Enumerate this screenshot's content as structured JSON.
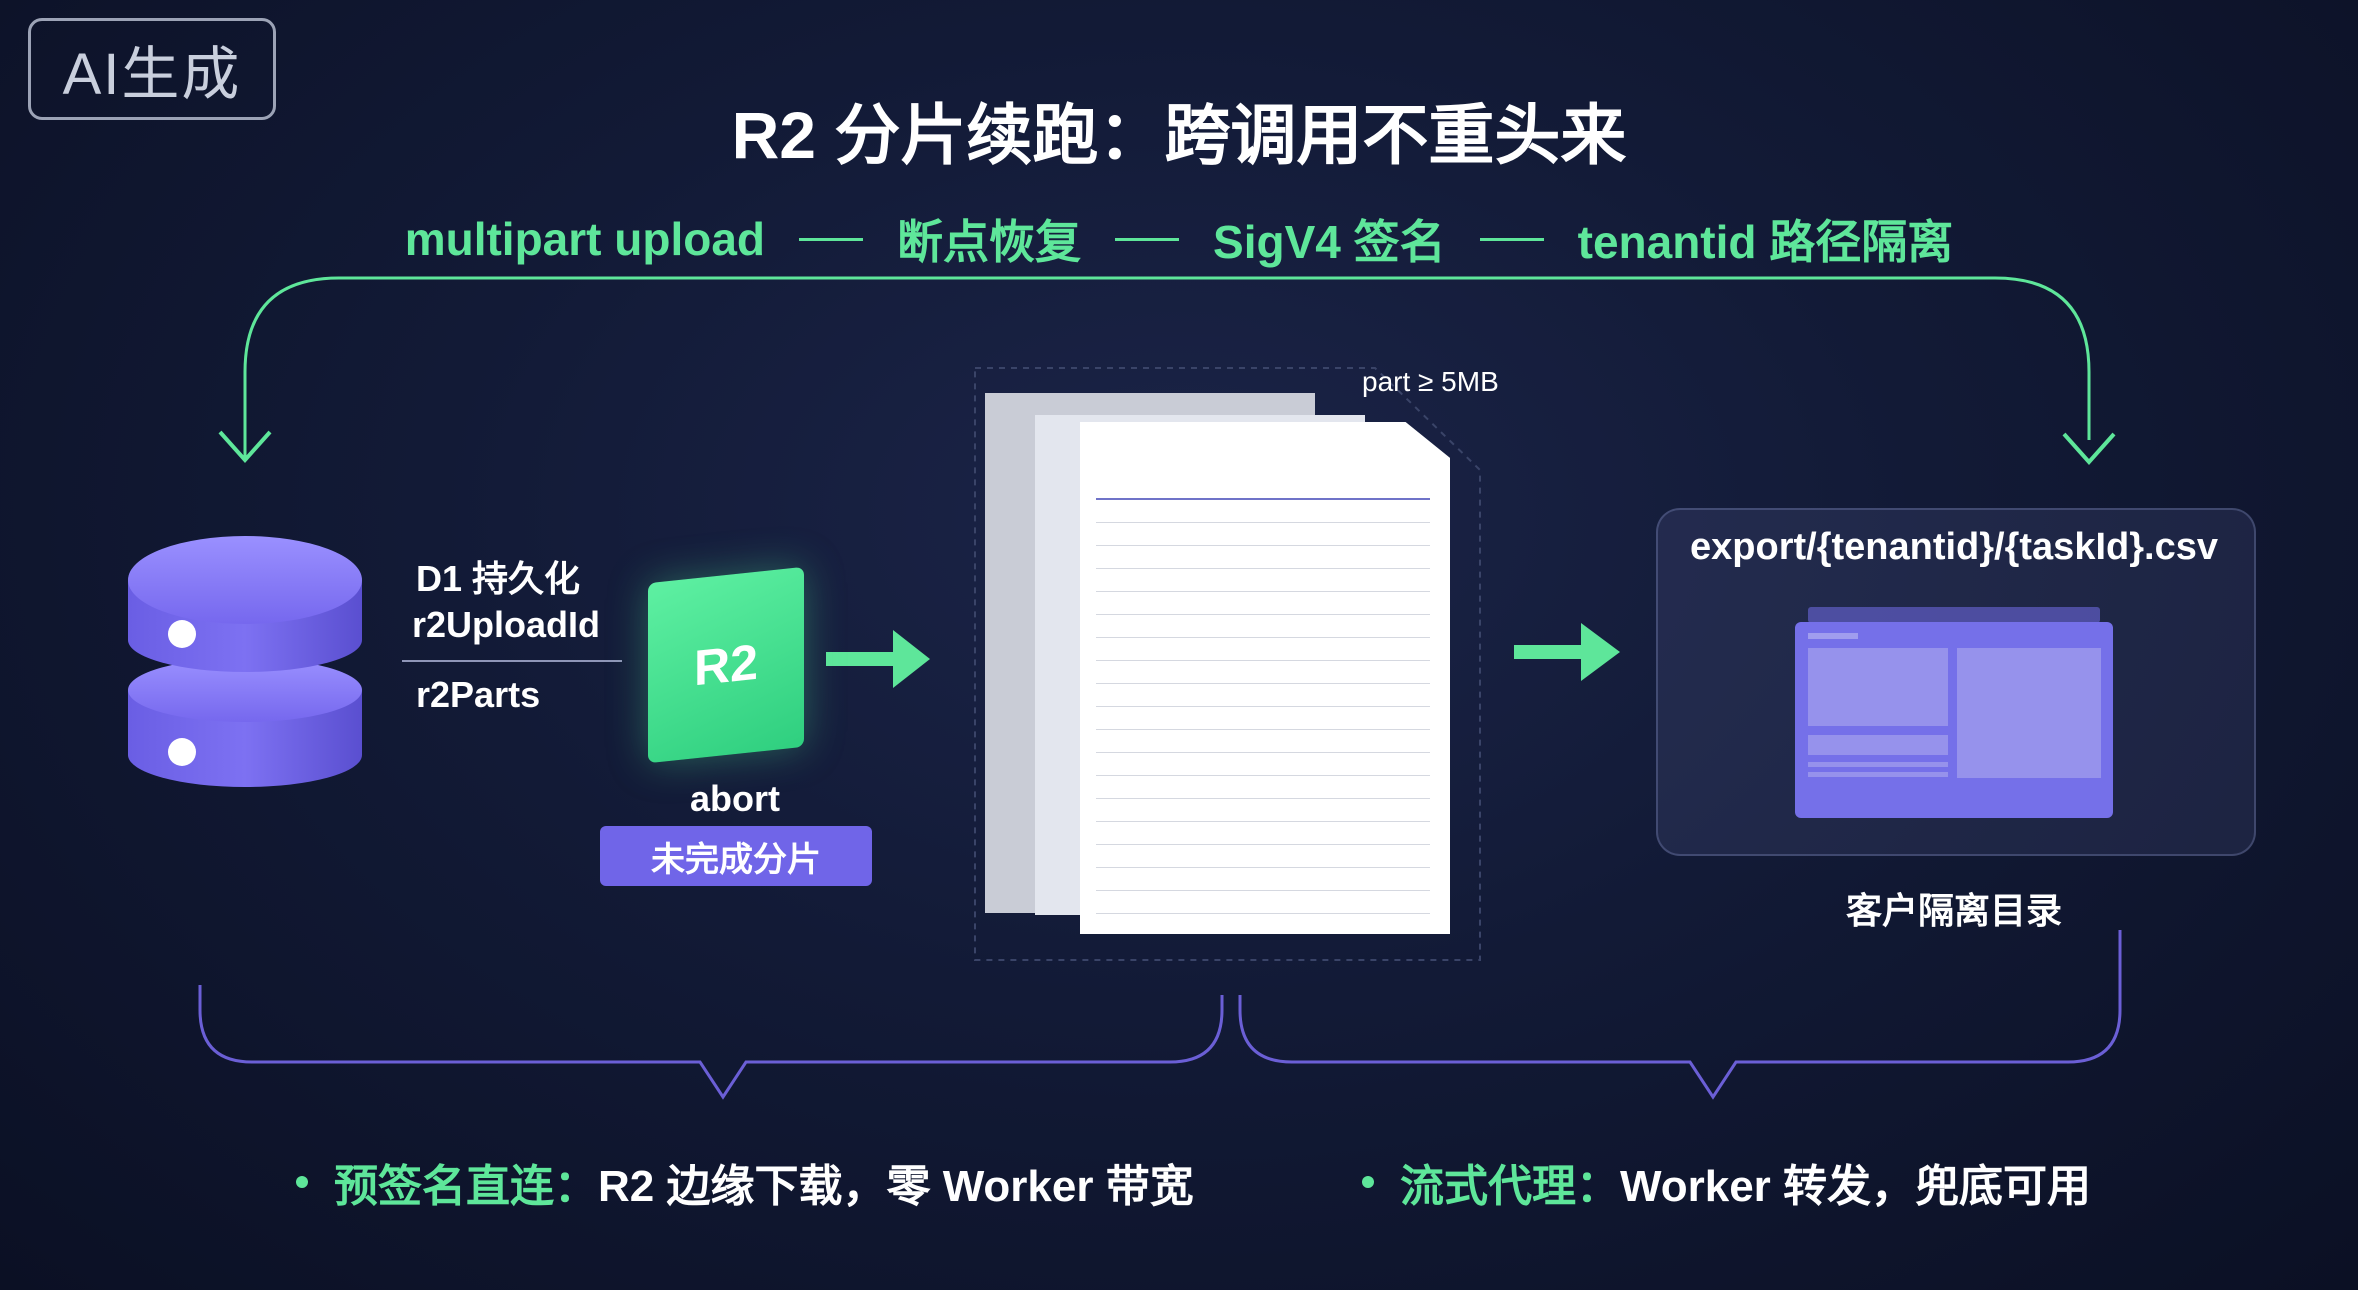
{
  "badge": "AI生成",
  "title": "R2 分片续跑：跨调用不重头来",
  "subtitle": {
    "items": [
      "multipart upload",
      "断点恢复",
      "SigV4 签名",
      "tenantid 路径隔离"
    ]
  },
  "database": {
    "line1": "D1 持久化",
    "line2": "r2UploadId",
    "line3": "r2Parts"
  },
  "r2": {
    "label": "R2",
    "abort": "abort",
    "abort_pill": "未完成分片"
  },
  "document": {
    "part_label": "part ≥ 5MB"
  },
  "target": {
    "path": "export/{tenantid}/{taskId}.csv",
    "caption": "客户隔离目录"
  },
  "bullets": [
    {
      "highlight": "预签名直连：",
      "text": "R2 边缘下载，零 Worker 带宽"
    },
    {
      "highlight": "流式代理：",
      "text": "Worker 转发，兜底可用"
    }
  ],
  "colors": {
    "accent_green": "#5ee69a",
    "accent_purple": "#7065e8",
    "background": "#121a36"
  }
}
